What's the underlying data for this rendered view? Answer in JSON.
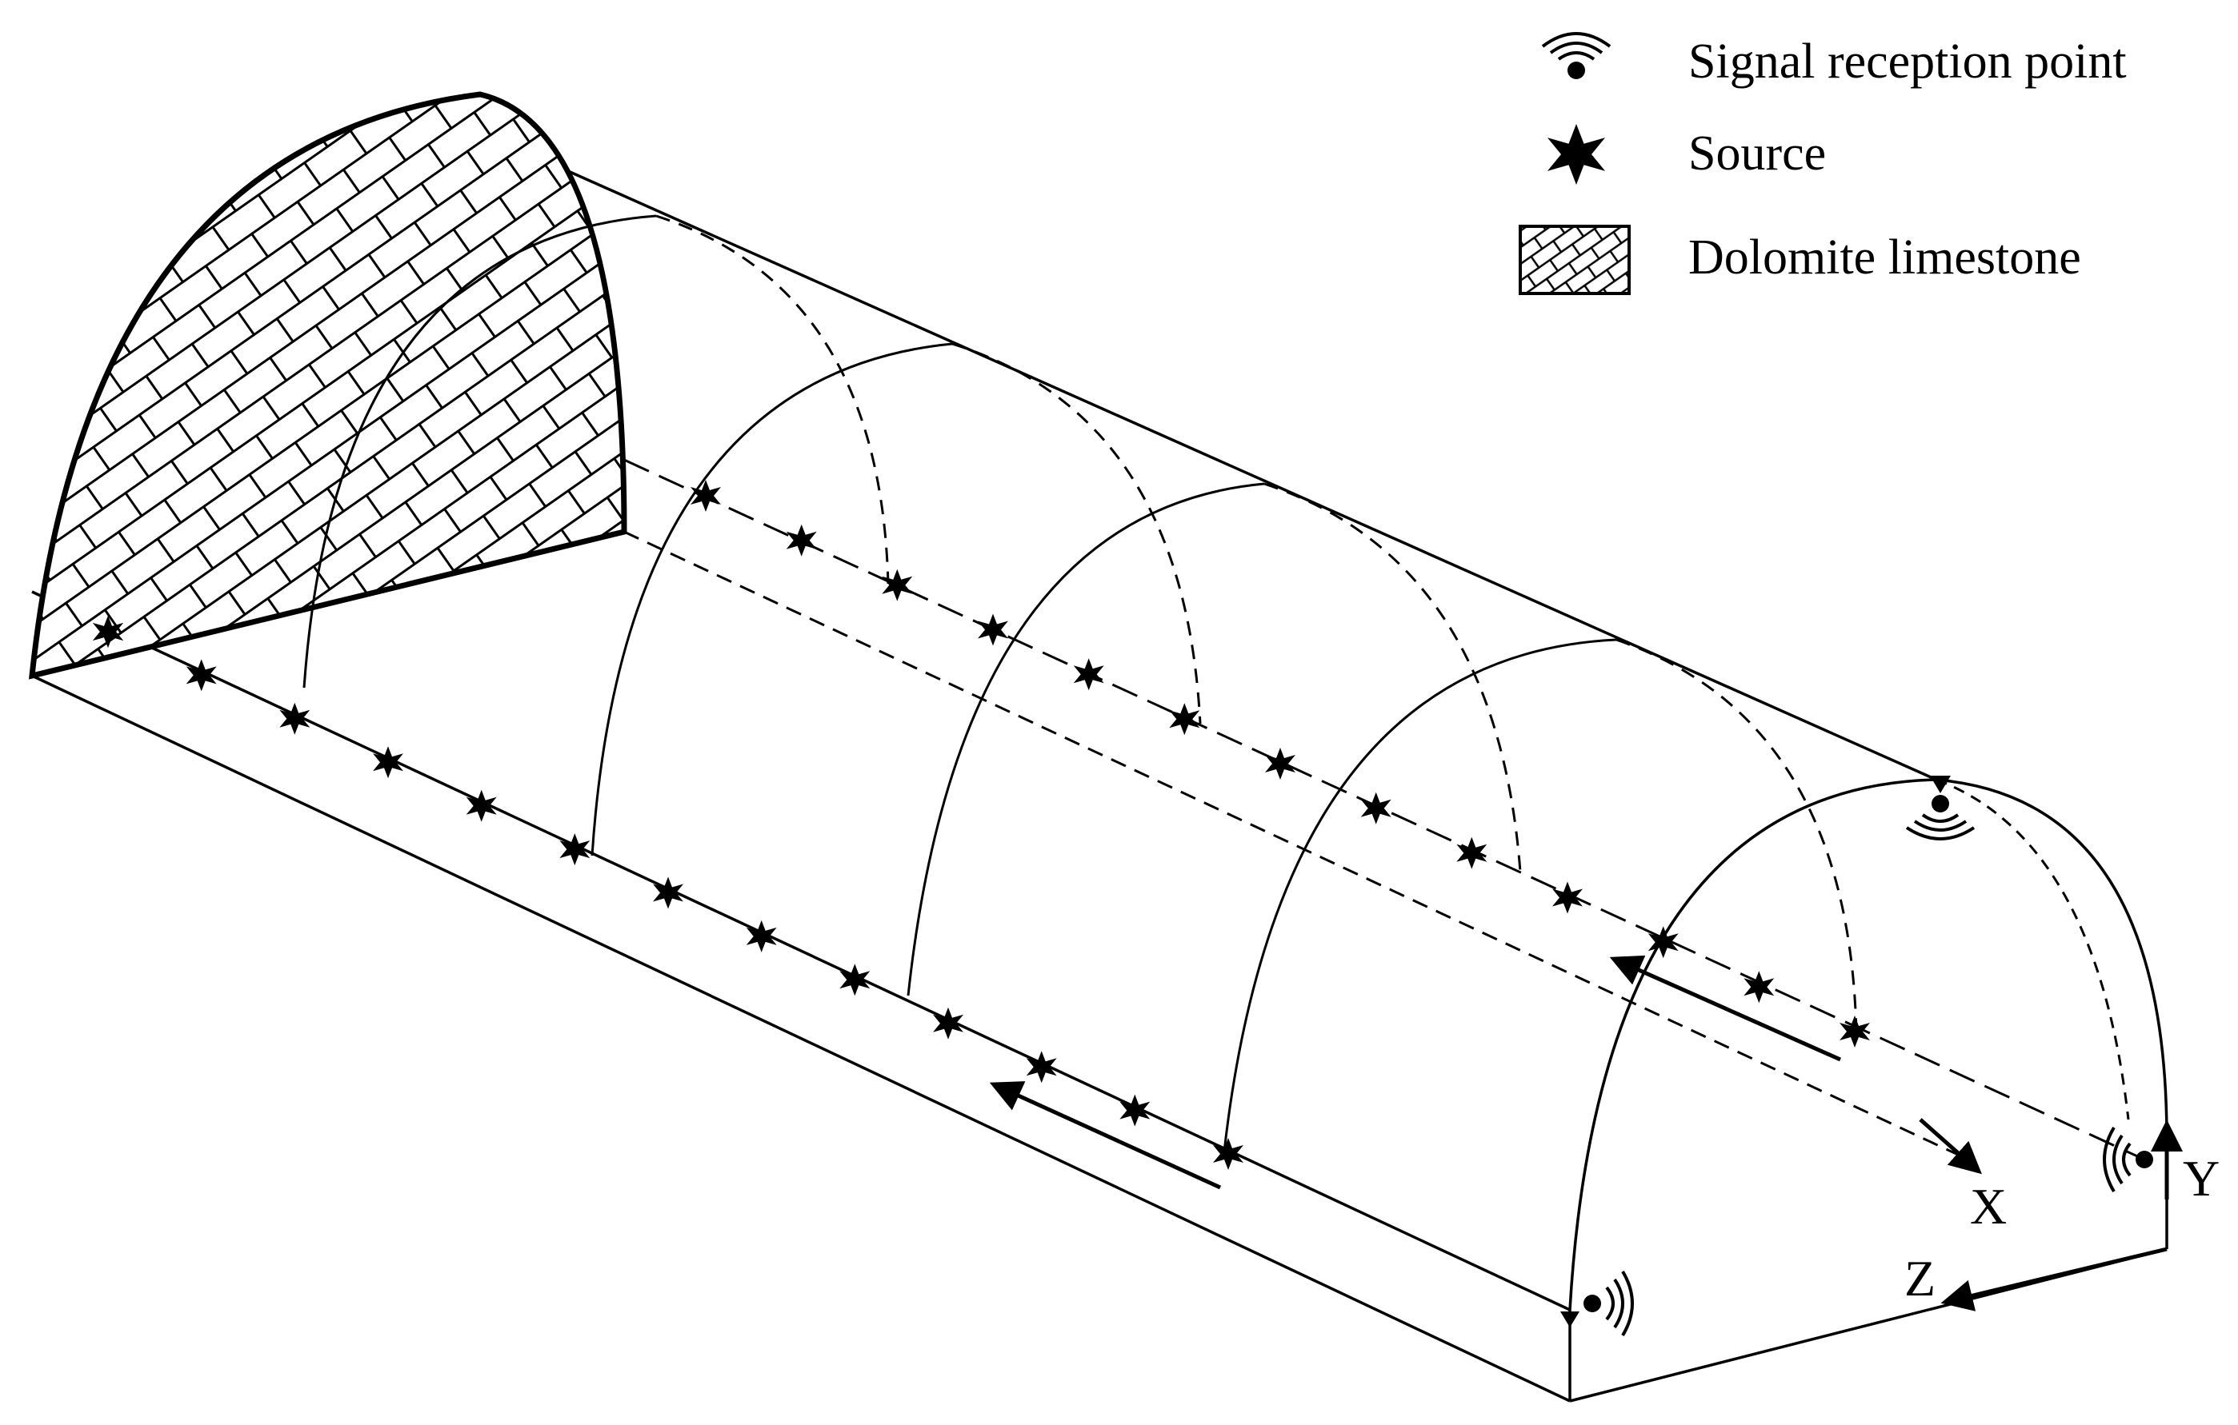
{
  "legend": {
    "items": [
      {
        "icon": "signal-reception-icon",
        "label": "Signal reception point"
      },
      {
        "icon": "source-star-icon",
        "label": "Source"
      },
      {
        "icon": "dolomite-hatch-icon",
        "label": "Dolomite limestone"
      }
    ]
  },
  "axes": {
    "x": "X",
    "y": "Y",
    "z": "Z"
  },
  "colors": {
    "ink": "#000000",
    "background": "#ffffff"
  }
}
